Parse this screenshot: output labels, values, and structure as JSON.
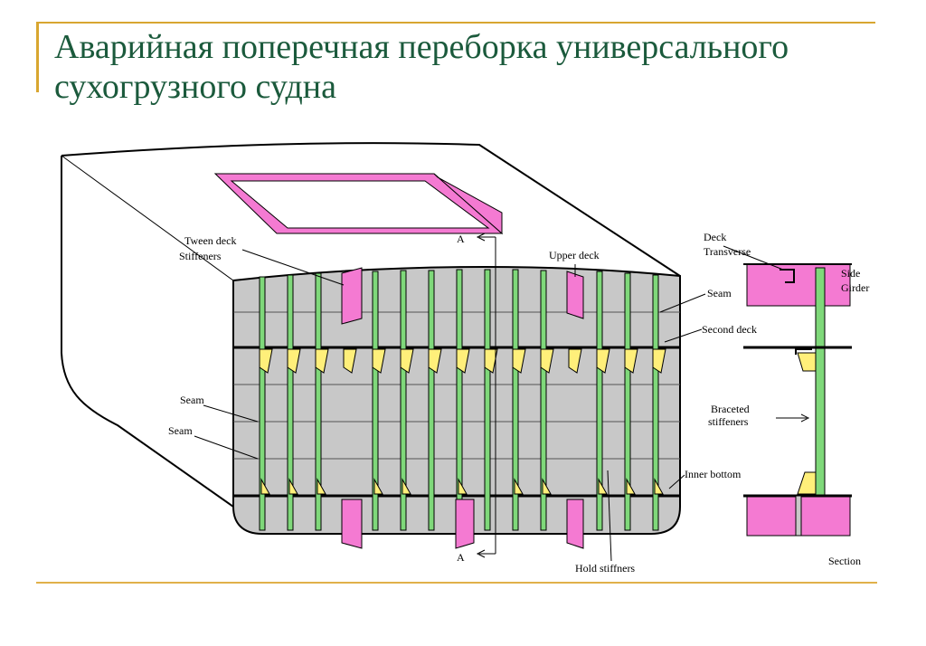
{
  "slide": {
    "title": "Аварийная поперечная переборка универсального сухогрузного судна"
  },
  "labels": {
    "tween_deck": "Tween deck",
    "stiffeners": "Stiffeners",
    "upper_deck": "Upper deck",
    "seam": "Seam",
    "second_deck": "Second deck",
    "braceted": "Braceted",
    "stiffeners_lower": "stiffeners",
    "inner_bottom": "Inner bottom",
    "hold_stiffners": "Hold stiffners",
    "section_a": "A",
    "deck": "Deck",
    "transverse": "Transverse",
    "side": "Side",
    "girder": "Girder",
    "section": "Section"
  },
  "colors": {
    "accent_rule": "#d8a630",
    "title_text": "#1b5a3c",
    "bulkhead_gray": "#c8c8c8",
    "stiffener_green": "#7fd87a",
    "bracket_yellow": "#ffef7a",
    "deck_pink": "#f47ad2"
  }
}
